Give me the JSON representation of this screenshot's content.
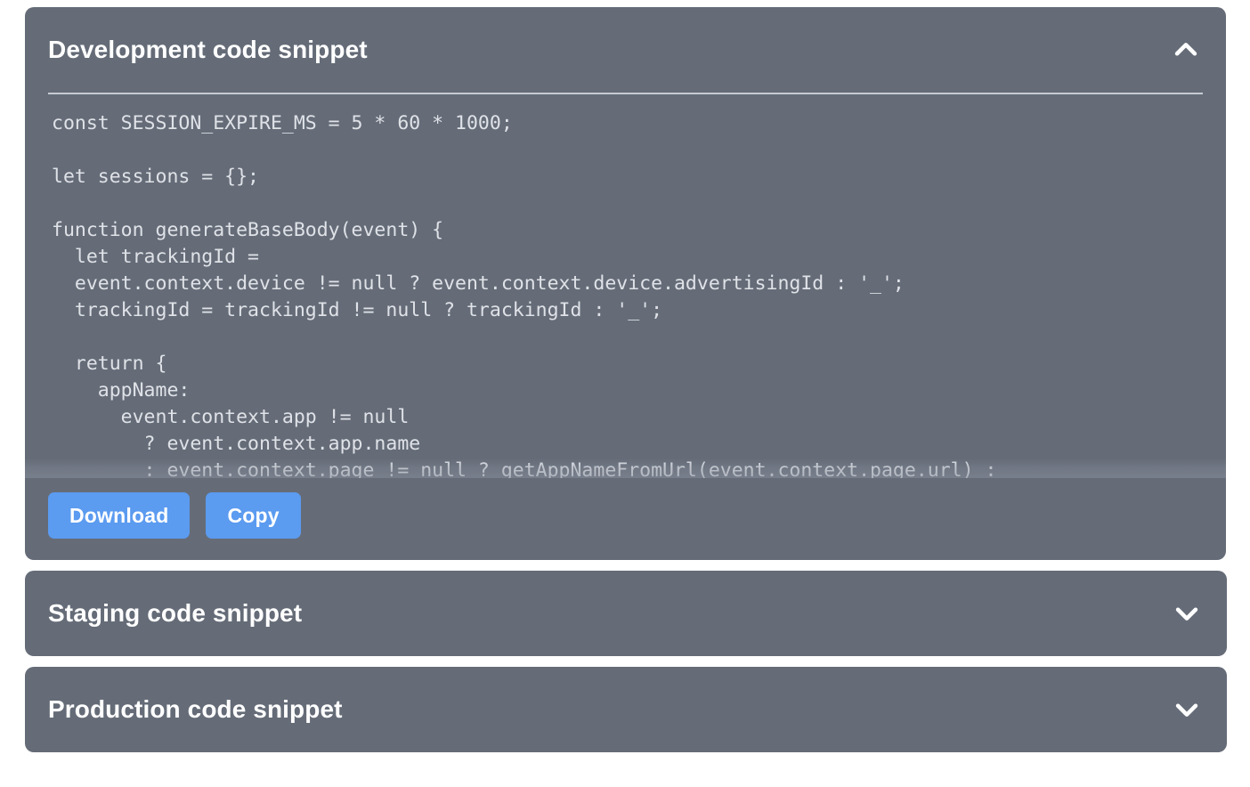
{
  "colors": {
    "page_background": "#ffffff",
    "panel_background": "#656c78",
    "panel_title": "#ffffff",
    "divider": "#c8cbd2",
    "code_text": "#dfe2e7",
    "button_blue": "#5b9bf0"
  },
  "panels": [
    {
      "id": "development",
      "title": "Development code snippet",
      "expanded": true,
      "chevron_icon": "chevron-up-icon",
      "code": "const SESSION_EXPIRE_MS = 5 * 60 * 1000;\n\nlet sessions = {};\n\nfunction generateBaseBody(event) {\n  let trackingId =\n  event.context.device != null ? event.context.device.advertisingId : '_';\n  trackingId = trackingId != null ? trackingId : '_';\n\n  return {\n    appName:\n      event.context.app != null\n        ? event.context.app.name\n        : event.context.page != null ? getAppNameFromUrl(event.context.page.url) :",
      "buttons": [
        {
          "id": "download",
          "label": "Download"
        },
        {
          "id": "copy",
          "label": "Copy"
        }
      ]
    },
    {
      "id": "staging",
      "title": "Staging code snippet",
      "expanded": false,
      "chevron_icon": "chevron-down-icon"
    },
    {
      "id": "production",
      "title": "Production code snippet",
      "expanded": false,
      "chevron_icon": "chevron-down-icon"
    }
  ]
}
